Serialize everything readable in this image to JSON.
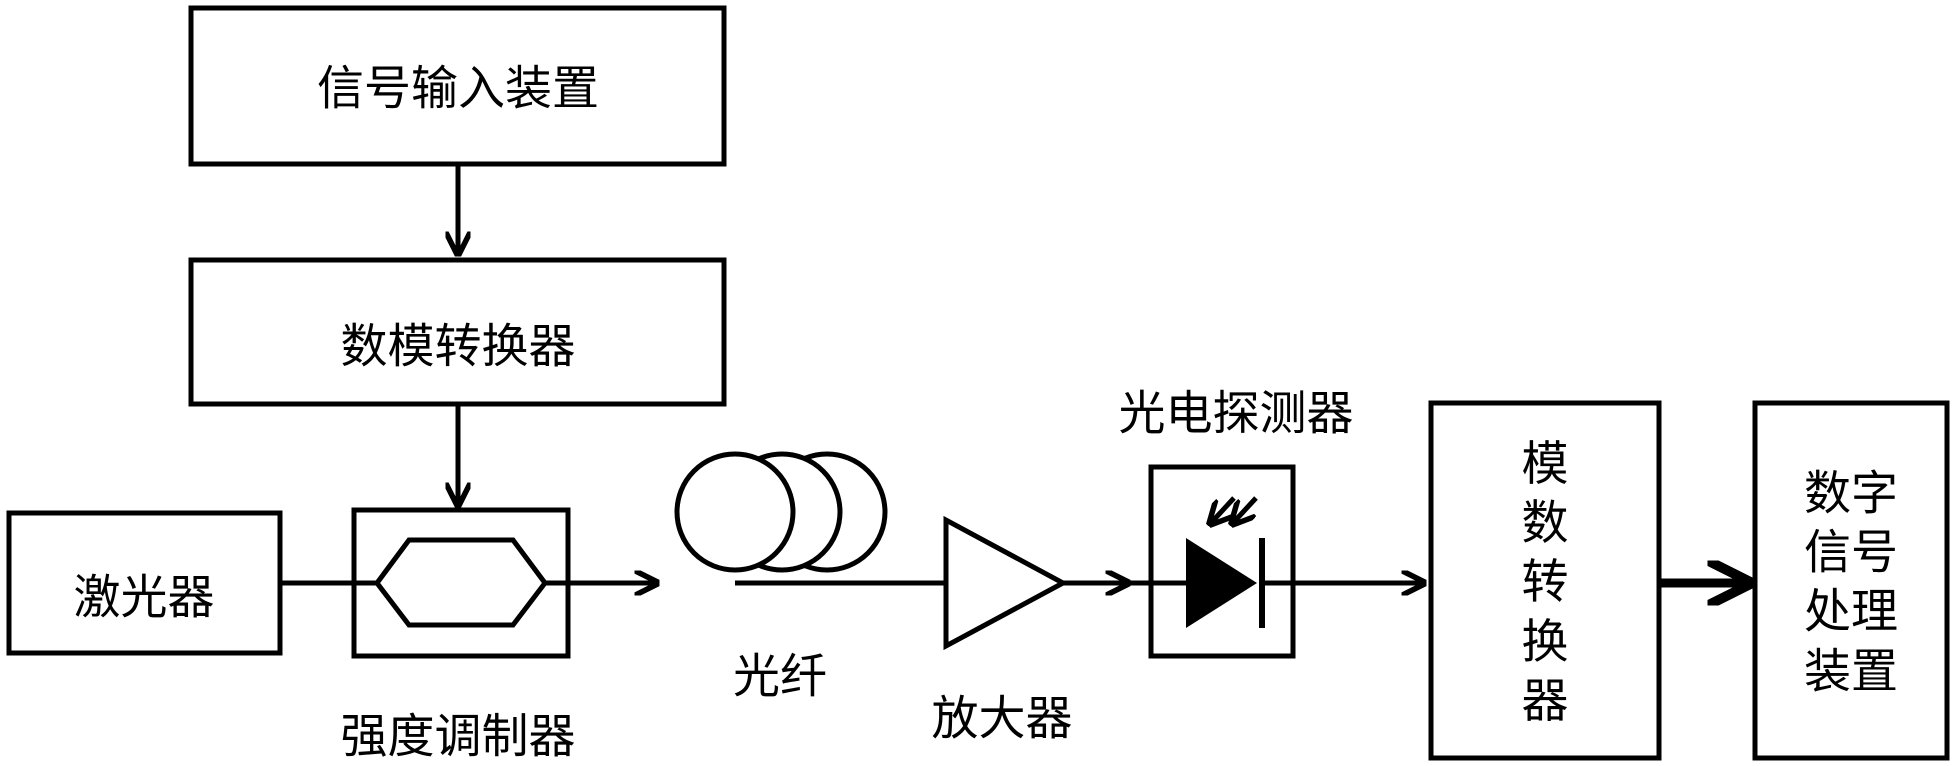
{
  "diagram": {
    "signal_input": "信号输入装置",
    "dac": "数模转换器",
    "laser": "激光器",
    "modulator": "强度调制器",
    "fiber": "光纤",
    "amplifier": "放大器",
    "photodetector": "光电探测器",
    "adc": "模数转换器",
    "dsp": "数字信号处理装置"
  }
}
